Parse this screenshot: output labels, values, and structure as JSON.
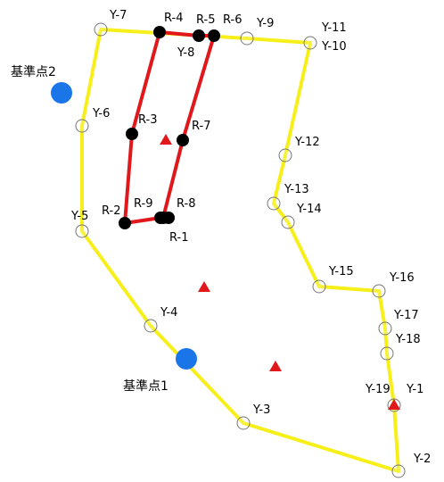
{
  "colors": {
    "boundary_yellow": "#f7ef1a",
    "route_red": "#e0181b",
    "route_point": "#000000",
    "marker_triangle": "#e0181b",
    "benchmark_blue": "#1a76e8",
    "open_marker_stroke": "#777777"
  },
  "yellow_points": [
    {
      "id": "Y-1",
      "label": "Y-1"
    },
    {
      "id": "Y-2",
      "label": "Y-2"
    },
    {
      "id": "Y-3",
      "label": "Y-3"
    },
    {
      "id": "Y-4",
      "label": "Y-4"
    },
    {
      "id": "Y-5",
      "label": "Y-5"
    },
    {
      "id": "Y-6",
      "label": "Y-6"
    },
    {
      "id": "Y-7",
      "label": "Y-7"
    },
    {
      "id": "Y-8",
      "label": "Y-8"
    },
    {
      "id": "Y-9",
      "label": "Y-9"
    },
    {
      "id": "Y-10",
      "label": "Y-10"
    },
    {
      "id": "Y-11",
      "label": "Y-11"
    },
    {
      "id": "Y-12",
      "label": "Y-12"
    },
    {
      "id": "Y-13",
      "label": "Y-13"
    },
    {
      "id": "Y-14",
      "label": "Y-14"
    },
    {
      "id": "Y-15",
      "label": "Y-15"
    },
    {
      "id": "Y-16",
      "label": "Y-16"
    },
    {
      "id": "Y-17",
      "label": "Y-17"
    },
    {
      "id": "Y-18",
      "label": "Y-18"
    },
    {
      "id": "Y-19",
      "label": "Y-19"
    }
  ],
  "red_points": [
    {
      "id": "R-1",
      "label": "R-1"
    },
    {
      "id": "R-2",
      "label": "R-2"
    },
    {
      "id": "R-3",
      "label": "R-3"
    },
    {
      "id": "R-4",
      "label": "R-4"
    },
    {
      "id": "R-5",
      "label": "R-5"
    },
    {
      "id": "R-6",
      "label": "R-6"
    },
    {
      "id": "R-7",
      "label": "R-7"
    },
    {
      "id": "R-8",
      "label": "R-8"
    },
    {
      "id": "R-9",
      "label": "R-9"
    }
  ],
  "benchmarks": [
    {
      "id": "bm1",
      "label": "基準点1"
    },
    {
      "id": "bm2",
      "label": "基準点2"
    }
  ],
  "triangle_count": 4
}
